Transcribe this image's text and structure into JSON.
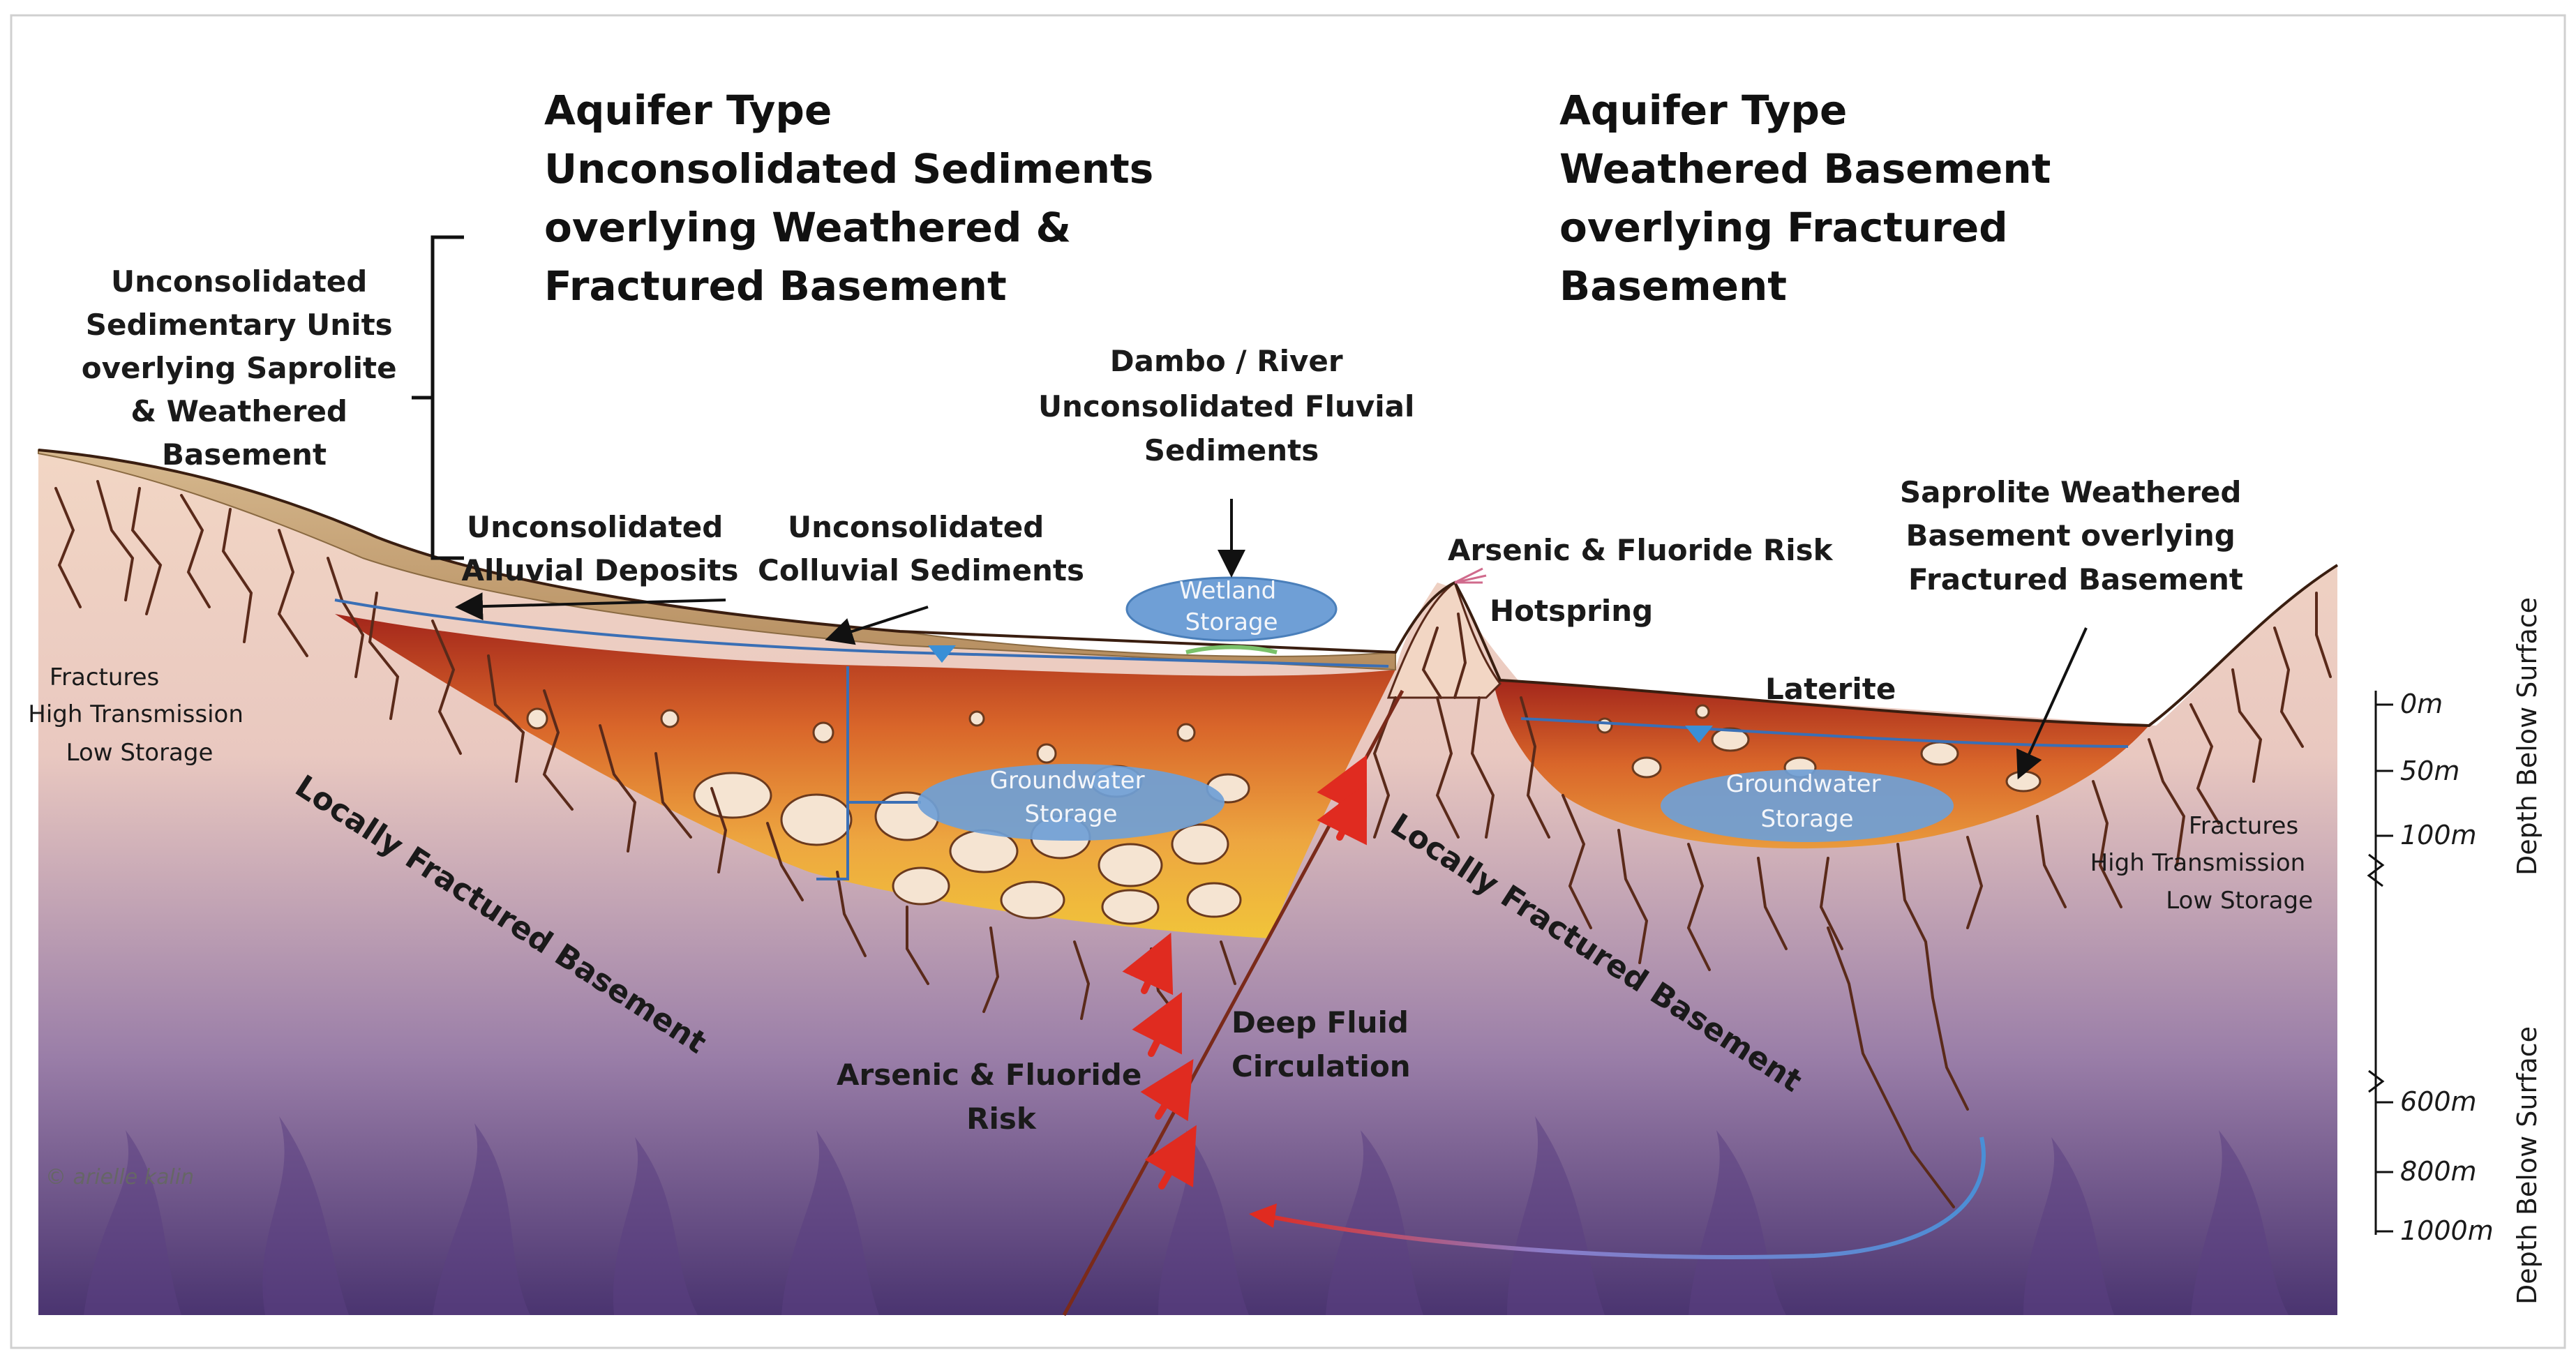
{
  "headings": {
    "left": [
      "Aquifer Type",
      "Unconsolidated  Sediments",
      "overlying Weathered &",
      "Fractured Basement"
    ],
    "right": [
      "Aquifer Type",
      "Weathered Basement",
      "overlying Fractured",
      "Basement"
    ]
  },
  "labels": {
    "sed_units": [
      "Unconsolidated",
      "Sedimentary Units",
      "overlying Saprolite",
      "& Weathered",
      "Basement"
    ],
    "alluvial": [
      "Unconsolidated",
      "Alluvial Deposits"
    ],
    "colluvial": [
      "Unconsolidated",
      "Colluvial Sediments"
    ],
    "dambo": [
      "Dambo / River",
      "Unconsolidated Fluvial",
      "Sediments"
    ],
    "wetland": [
      "Wetland",
      "Storage"
    ],
    "gw_left": [
      "Groundwater",
      "Storage"
    ],
    "gw_right": [
      "Groundwater",
      "Storage"
    ],
    "arsenic_top": "Arsenic & Fluoride Risk",
    "hotspring": "Hotspring",
    "saprolite": [
      "Saprolite Weathered",
      "Basement overlying",
      "Fractured Basement"
    ],
    "laterite": "Laterite",
    "fractures_left": [
      "Fractures",
      "High Transmission",
      "Low Storage"
    ],
    "fractures_right": [
      "Fractures",
      "High Transmission",
      "Low Storage"
    ],
    "lfb_left": "Locally Fractured Basement",
    "lfb_right": "Locally Fractured Basement",
    "arsenic_low": [
      "Arsenic & Fluoride",
      "Risk"
    ],
    "deep_fluid": [
      "Deep Fluid",
      "Circulation"
    ],
    "credit": "© arielle kalin"
  },
  "axis": {
    "upper_ticks": [
      "0m",
      "50m",
      "100m"
    ],
    "lower_ticks": [
      "600m",
      "800m",
      "1000m"
    ],
    "upper_title": "Depth Below Surface",
    "lower_title": "Depth Below Surface"
  },
  "colors": {
    "basement": "#f2d6c4",
    "deep": "#4a3470",
    "sediment_top": "#c9a77a",
    "weathered_orange": "#d9662a",
    "weathered_red": "#a3261b",
    "weathered_yellow": "#f1c43a",
    "storage_blue": "#6f9fd6",
    "fracture": "#5a2a1a",
    "water_line": "#3a6fb5",
    "hot_arrow": "#e02b20"
  }
}
